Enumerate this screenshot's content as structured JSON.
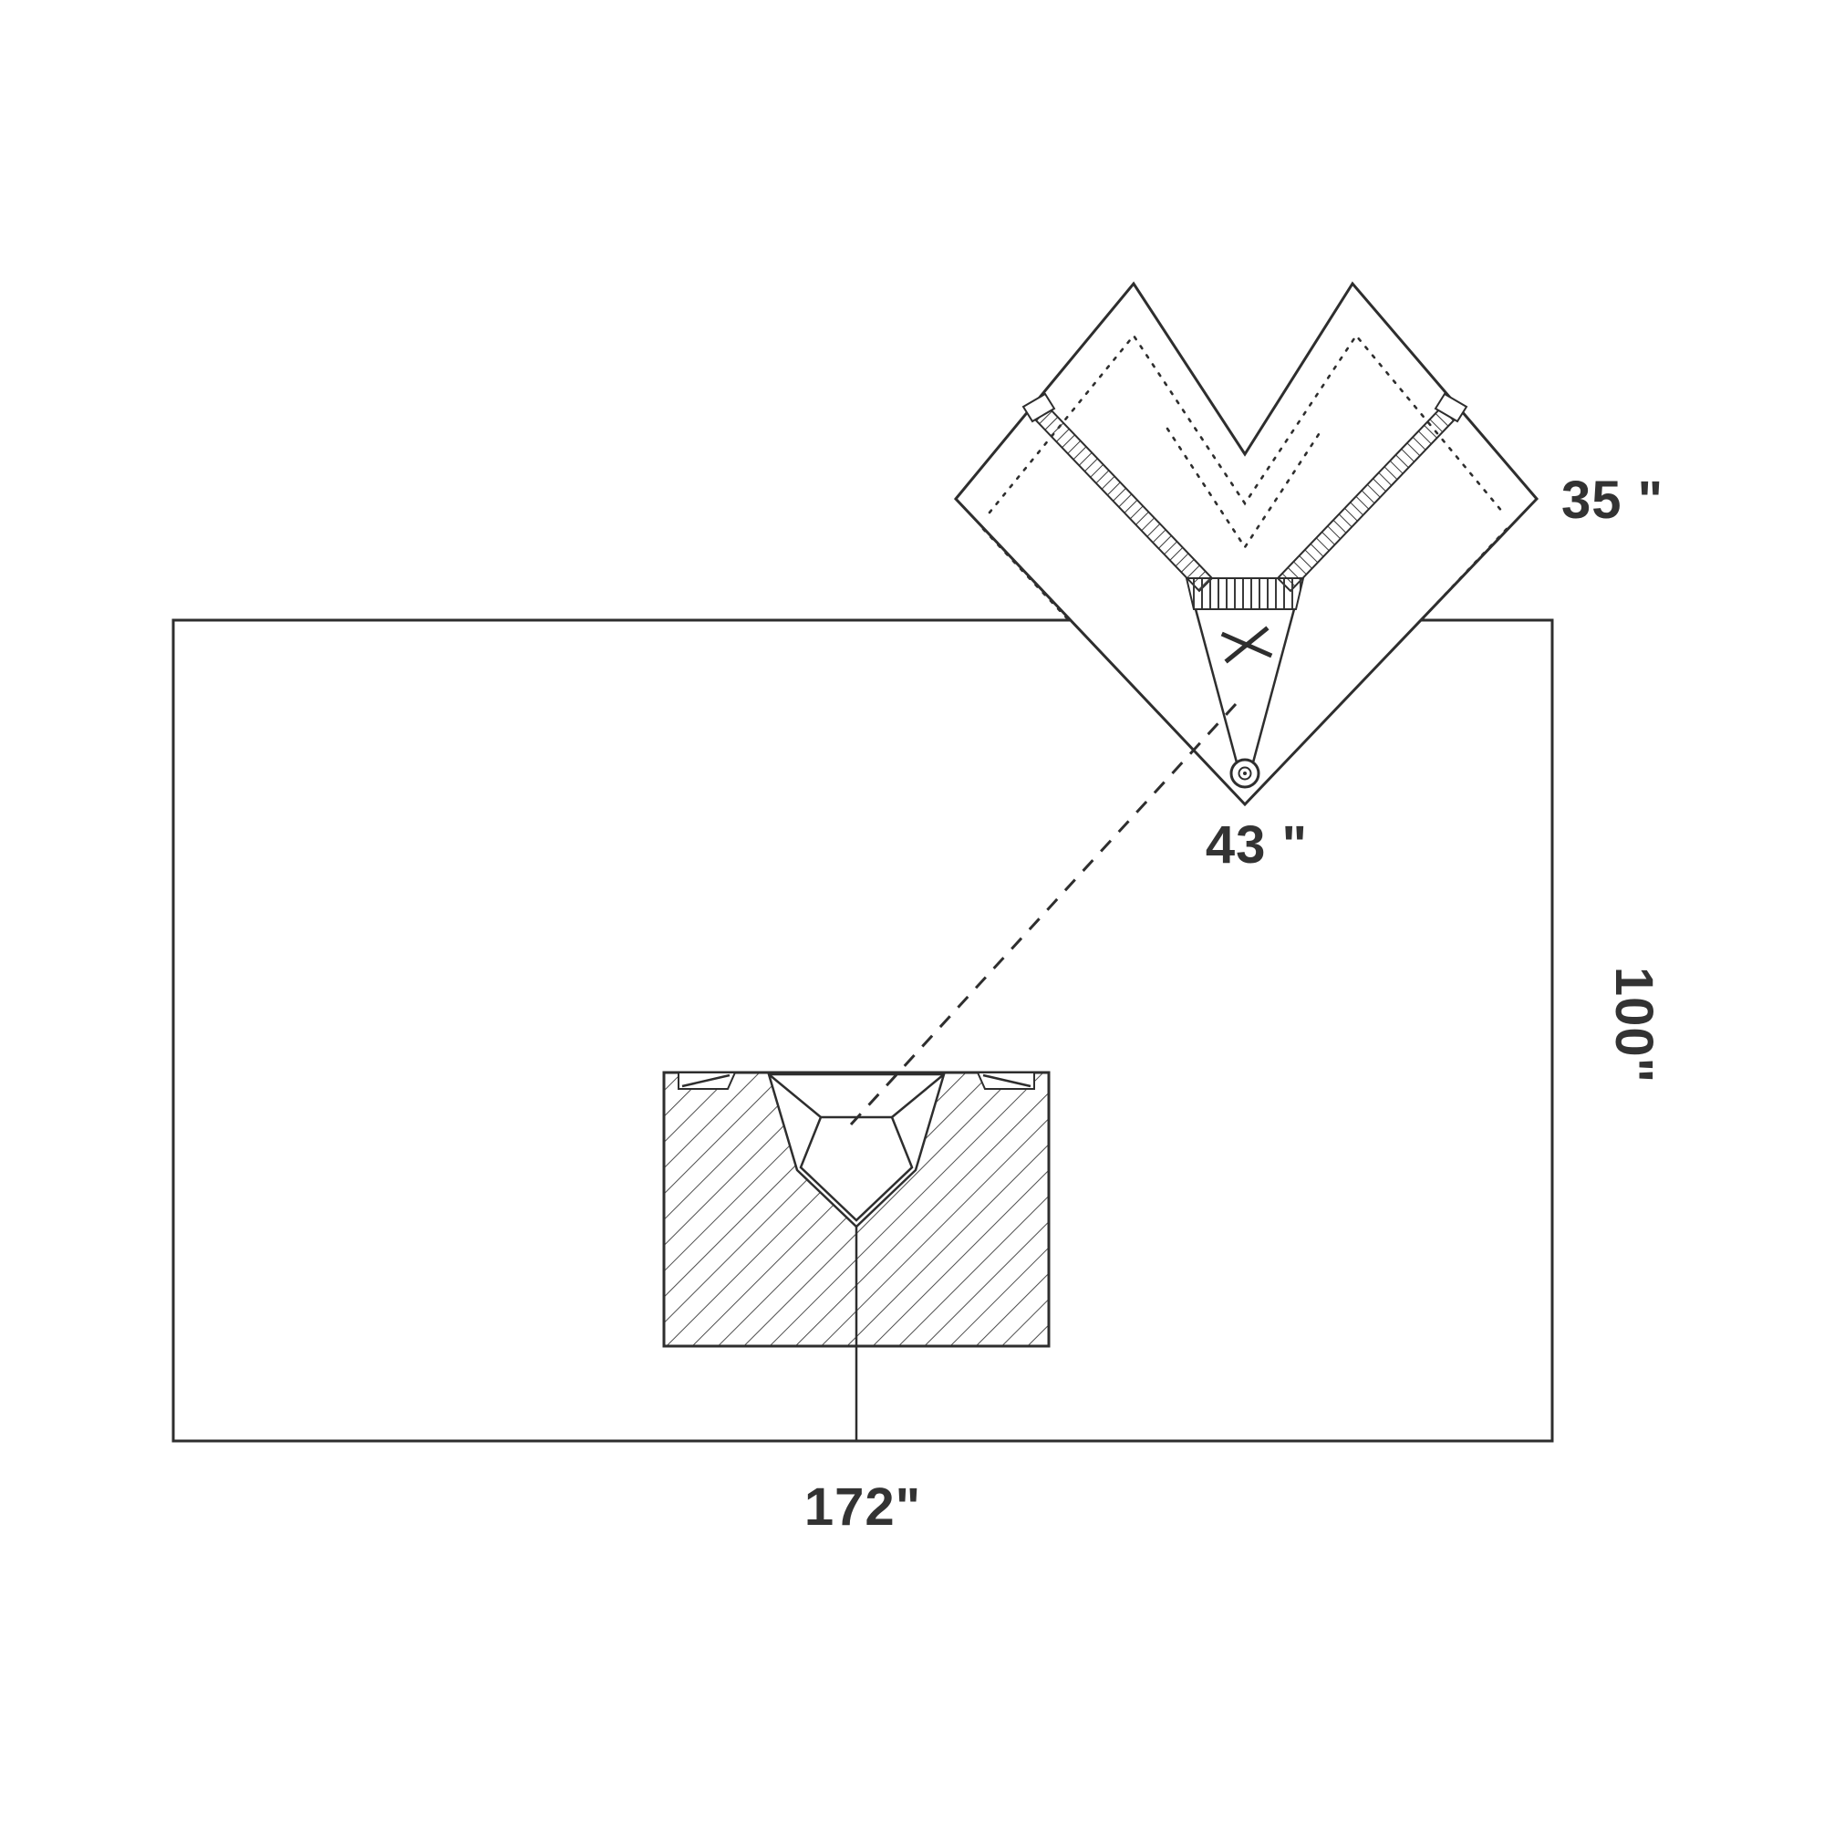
{
  "diagram": {
    "labels": {
      "fold_width": "35 \"",
      "fold_length": "43 \"",
      "sheet_height": "100\"",
      "sheet_width": "172\""
    },
    "colors": {
      "line": "#2e2e2e",
      "hatch": "#3a3a3a",
      "background": "#ffffff",
      "text": "#333333"
    }
  }
}
